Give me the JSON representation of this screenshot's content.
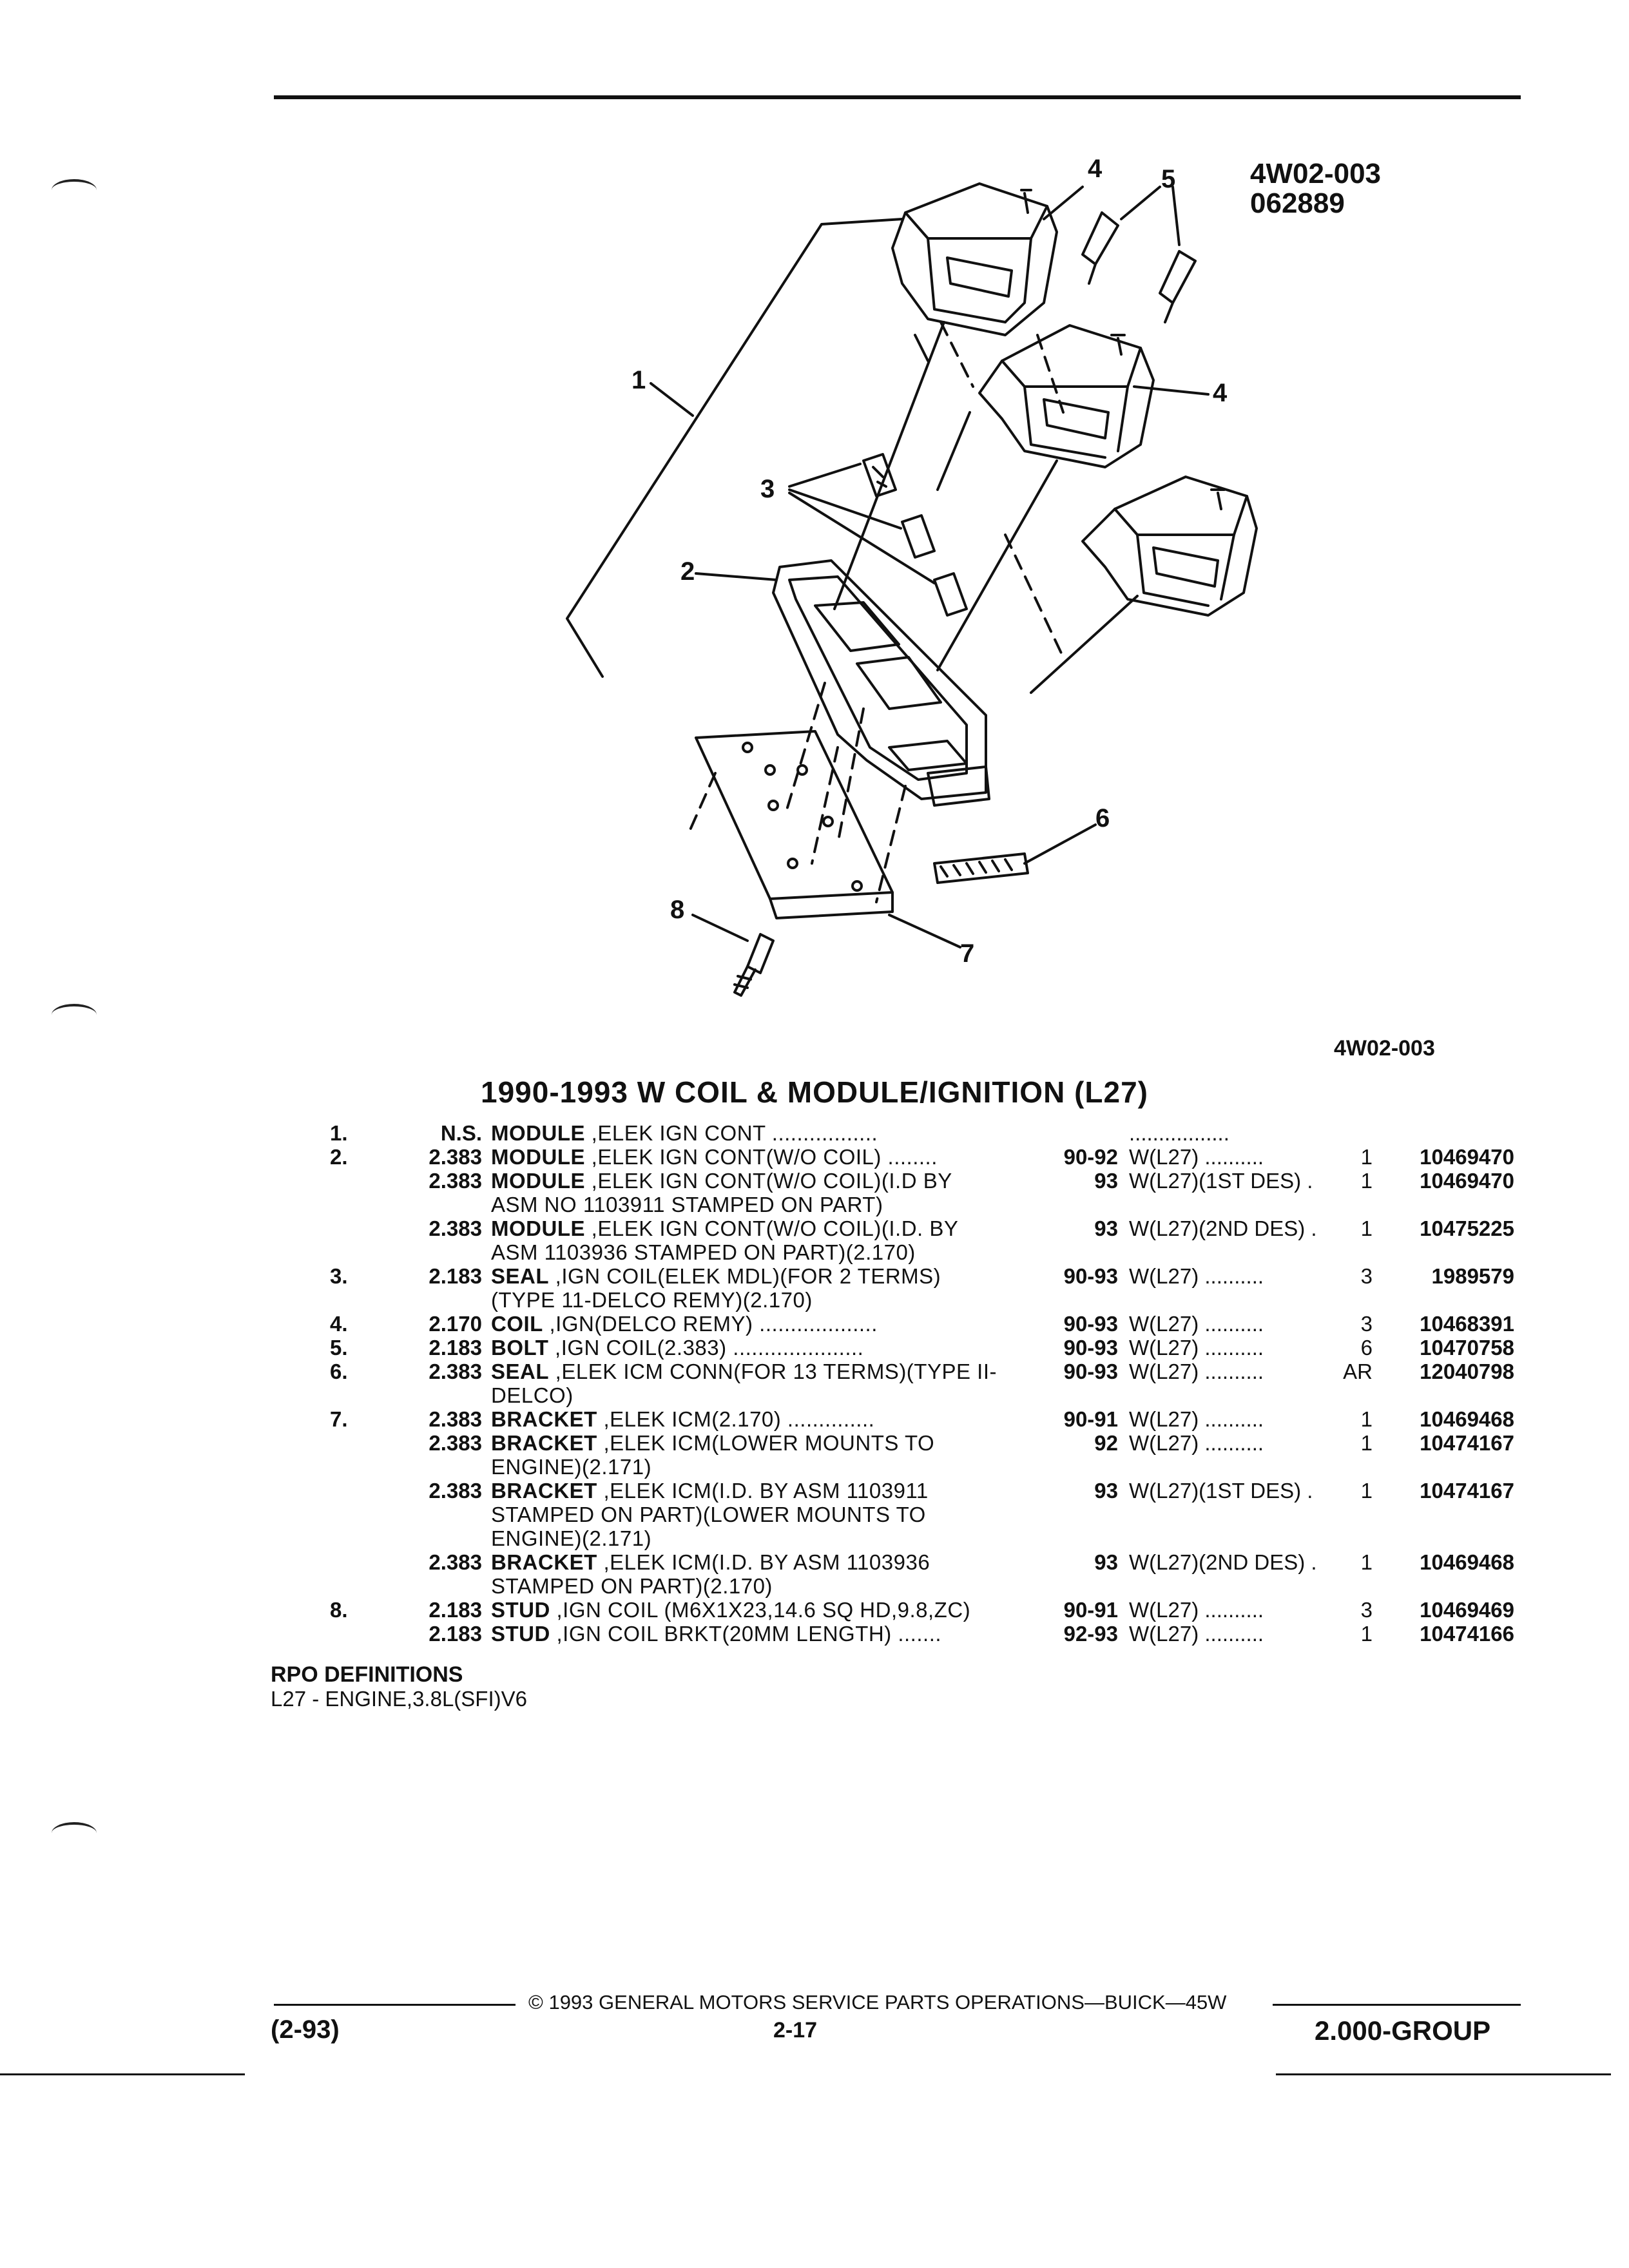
{
  "figure": {
    "code": "4W02-003",
    "date_code": "062889",
    "ref_code": "4W02-003",
    "callouts": [
      "1",
      "2",
      "3",
      "4",
      "4",
      "5",
      "6",
      "7",
      "8"
    ]
  },
  "title": "1990-1993 W COIL & MODULE/IGNITION (L27)",
  "parts": [
    {
      "num": "1.",
      "grp": "N.S.",
      "name": "MODULE",
      "desc": " ,ELEK IGN CONT .................",
      "desc2": "",
      "desc3": "",
      "years": "",
      "usage": ".................",
      "qty": "",
      "pn": ""
    },
    {
      "num": "2.",
      "grp": "2.383",
      "name": "MODULE",
      "desc": " ,ELEK IGN CONT(W/O COIL) ........",
      "desc2": "",
      "desc3": "",
      "years": "90-92",
      "usage": "W(L27) ..........",
      "qty": "1",
      "pn": "10469470"
    },
    {
      "num": "",
      "grp": "2.383",
      "name": "MODULE",
      "desc": " ,ELEK IGN CONT(W/O COIL)(I.D BY",
      "desc2": "ASM NO 1103911 STAMPED ON PART)",
      "desc3": "",
      "years": "93",
      "usage": "W(L27)(1ST DES) .",
      "qty": "1",
      "pn": "10469470"
    },
    {
      "num": "",
      "grp": "2.383",
      "name": "MODULE",
      "desc": " ,ELEK IGN CONT(W/O COIL)(I.D. BY",
      "desc2": "ASM 1103936 STAMPED ON PART)(2.170)",
      "desc3": "",
      "years": "93",
      "usage": "W(L27)(2ND DES) .",
      "qty": "1",
      "pn": "10475225"
    },
    {
      "num": "3.",
      "grp": "2.183",
      "name": "SEAL",
      "desc": " ,IGN COIL(ELEK MDL)(FOR 2 TERMS)",
      "desc2": "(TYPE 11-DELCO REMY)(2.170)",
      "desc3": "",
      "years": "90-93",
      "usage": "W(L27) ..........",
      "qty": "3",
      "pn": "1989579"
    },
    {
      "num": "4.",
      "grp": "2.170",
      "name": "COIL",
      "desc": " ,IGN(DELCO REMY) ...................",
      "desc2": "",
      "desc3": "",
      "years": "90-93",
      "usage": "W(L27) ..........",
      "qty": "3",
      "pn": "10468391"
    },
    {
      "num": "5.",
      "grp": "2.183",
      "name": "BOLT",
      "desc": " ,IGN COIL(2.383) .....................",
      "desc2": "",
      "desc3": "",
      "years": "90-93",
      "usage": "W(L27) ..........",
      "qty": "6",
      "pn": "10470758"
    },
    {
      "num": "6.",
      "grp": "2.383",
      "name": "SEAL",
      "desc": " ,ELEK ICM CONN(FOR 13 TERMS)(TYPE II-",
      "desc2": "DELCO)",
      "desc3": "",
      "years": "90-93",
      "usage": "W(L27) ..........",
      "qty": "AR",
      "pn": "12040798"
    },
    {
      "num": "7.",
      "grp": "2.383",
      "name": "BRACKET",
      "desc": " ,ELEK ICM(2.170) ..............",
      "desc2": "",
      "desc3": "",
      "years": "90-91",
      "usage": "W(L27) ..........",
      "qty": "1",
      "pn": "10469468"
    },
    {
      "num": "",
      "grp": "2.383",
      "name": "BRACKET",
      "desc": " ,ELEK ICM(LOWER MOUNTS TO",
      "desc2": "ENGINE)(2.171)",
      "desc3": "",
      "years": "92",
      "usage": "W(L27) ..........",
      "qty": "1",
      "pn": "10474167"
    },
    {
      "num": "",
      "grp": "2.383",
      "name": "BRACKET",
      "desc": " ,ELEK ICM(I.D. BY ASM 1103911",
      "desc2": "STAMPED ON PART)(LOWER MOUNTS TO",
      "desc3": "ENGINE)(2.171)",
      "years": "93",
      "usage": "W(L27)(1ST DES) .",
      "qty": "1",
      "pn": "10474167"
    },
    {
      "num": "",
      "grp": "2.383",
      "name": "BRACKET",
      "desc": " ,ELEK ICM(I.D. BY ASM 1103936",
      "desc2": "STAMPED ON PART)(2.170)",
      "desc3": "",
      "years": "93",
      "usage": "W(L27)(2ND DES) .",
      "qty": "1",
      "pn": "10469468"
    },
    {
      "num": "8.",
      "grp": "2.183",
      "name": "STUD",
      "desc": " ,IGN COIL (M6X1X23,14.6 SQ HD,9.8,ZC)",
      "desc2": "",
      "desc3": "",
      "years": "90-91",
      "usage": "W(L27) ..........",
      "qty": "3",
      "pn": "10469469"
    },
    {
      "num": "",
      "grp": "2.183",
      "name": "STUD",
      "desc": " ,IGN COIL BRKT(20MM LENGTH) .......",
      "desc2": "",
      "desc3": "",
      "years": "92-93",
      "usage": "W(L27) ..........",
      "qty": "1",
      "pn": "10474166"
    }
  ],
  "rpo": {
    "heading": "RPO DEFINITIONS",
    "line": "L27 - ENGINE,3.8L(SFI)V6"
  },
  "footer": {
    "copyright": "© 1993 GENERAL MOTORS SERVICE PARTS OPERATIONS—BUICK—45W",
    "left": "(2-93)",
    "page": "2-17",
    "right": "2.000-GROUP"
  }
}
